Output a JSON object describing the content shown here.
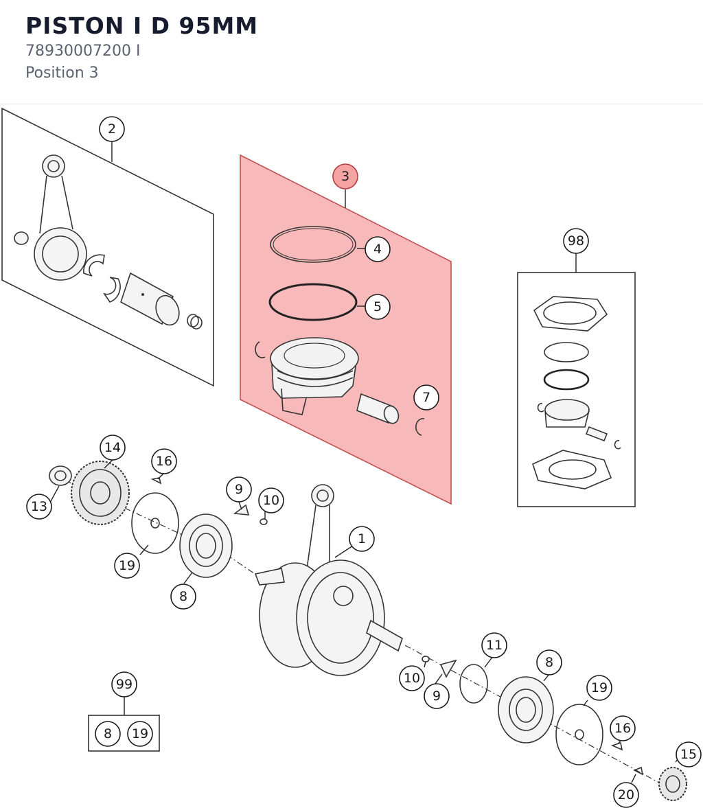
{
  "header": {
    "title": "PISTON I D 95MM",
    "part_number": "78930007200 I",
    "position": "Position 3"
  },
  "colors": {
    "highlight_fill": "#f7b9b9",
    "highlight_stroke": "#c05050",
    "callout_active_fill": "#f5a3a3"
  },
  "callouts": {
    "c1": "1",
    "c2": "2",
    "c3": "3",
    "c4": "4",
    "c5": "5",
    "c7": "7",
    "c8a": "8",
    "c8b": "8",
    "c9a": "9",
    "c9b": "9",
    "c10a": "10",
    "c10b": "10",
    "c11": "11",
    "c13": "13",
    "c14": "14",
    "c15": "15",
    "c16a": "16",
    "c16b": "16",
    "c19a": "19",
    "c19b": "19",
    "c20": "20",
    "c98": "98",
    "c99": "99",
    "kit99_a": "8",
    "kit99_b": "19"
  }
}
